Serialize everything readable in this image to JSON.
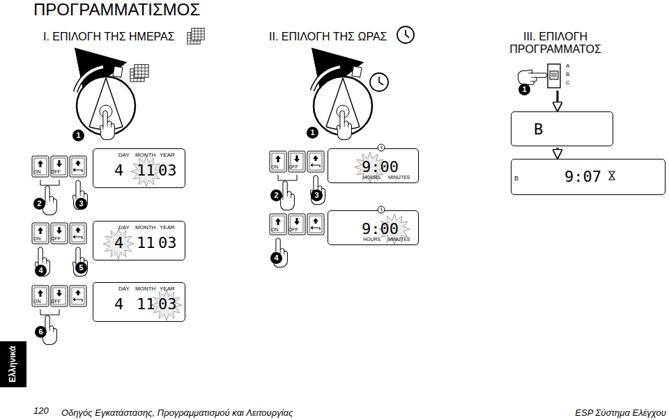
{
  "diagram": {
    "title": "ΠΡΟΓΡΑΜΜΑΤΙΣΜΟΣ",
    "nodes": [
      {
        "text": [
          "ON",
          "OFF"
        ]
      },
      {
        "text": [
          "DAY",
          "MONTH",
          "YEAR",
          "4",
          "11",
          "03"
        ]
      },
      {
        "text": [
          "ON",
          "OFF"
        ]
      },
      {
        "text": [
          "DAY",
          "MONTH",
          "YEAR",
          "4",
          "11",
          "03"
        ]
      },
      {
        "text": [
          "ON",
          "OFF"
        ]
      },
      {
        "text": [
          "DAY",
          "MONTH",
          "YEAR",
          "4",
          "11",
          "03"
        ]
      },
      {
        "text": [
          "ON",
          "OFF"
        ]
      },
      {
        "text": [
          "9:00",
          "HOURS",
          "MINUTES"
        ]
      },
      {
        "text": [
          "ON",
          "OFF"
        ]
      },
      {
        "text": [
          "9:00",
          "HOURS",
          "MINUTES"
        ]
      },
      {
        "text": [
          "A",
          "B",
          "C"
        ]
      },
      {
        "text": [
          "B"
        ]
      },
      {
        "text": [
          "B",
          "9:07"
        ]
      },
      {
        "text": [
          "Ελληνικά"
        ]
      }
    ],
    "edges": [
      {
        "from": 10,
        "to": 11,
        "arrow": "to"
      },
      {
        "from": 11,
        "to": 12,
        "arrow": "to"
      }
    ],
    "labels": [
      "I. ΕΠΙΛΟΓΗ ΤΗΣ ΗΜΕΡΑΣ",
      "II. ΕΠΙΛΟΓΗ ΤΗΣ ΩΡΑΣ",
      "III. ΕΠΙΛΟΓΗ ΠΡΟΓΡΑΜΜΑΤΟΣ",
      "1",
      "2",
      "3",
      "4",
      "5",
      "6",
      "1",
      "2",
      "3",
      "4",
      "1",
      "120",
      "Οδηγός Εγκατάστασης, Προγραμματισμού και Λειτουργίας",
      "ESP Σύστημα Ελέγχου"
    ]
  }
}
